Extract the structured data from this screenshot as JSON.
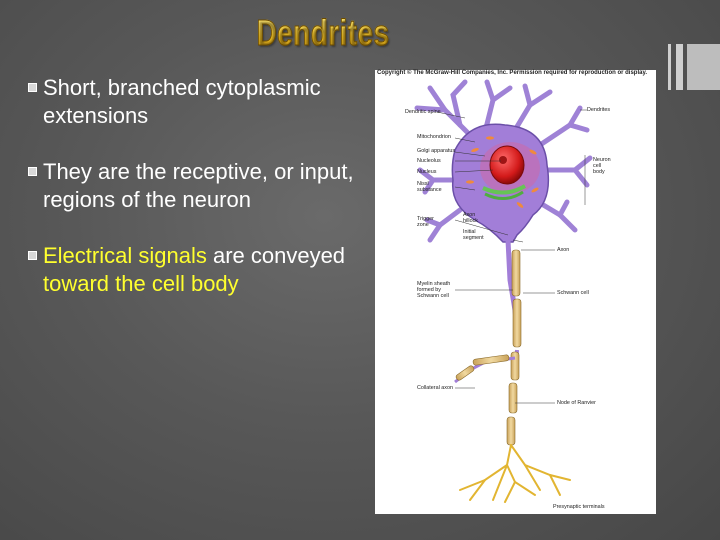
{
  "slide": {
    "title": "Dendrites",
    "bullets": [
      {
        "parts": [
          {
            "text": "Short, branched cytoplasmic extensions",
            "highlight": false
          }
        ]
      },
      {
        "parts": [
          {
            "text": "They are the receptive, or input, regions of the neuron",
            "highlight": false
          }
        ]
      },
      {
        "parts": [
          {
            "text": "Electrical signals",
            "highlight": true
          },
          {
            "text": " are conveyed ",
            "highlight": false
          },
          {
            "text": "toward the cell body",
            "highlight": true
          }
        ]
      }
    ],
    "colors": {
      "title": "#f0c832",
      "highlight": "#ffff2e",
      "text": "#ffffff",
      "background": "#585858"
    }
  },
  "figure": {
    "copyright": "Copyright © The McGraw-Hill Companies, Inc. Permission required for reproduction or display.",
    "labels": {
      "dendrites": "Dendrites",
      "dendritic_spine": "Dendritic spine",
      "mitochondrion": "Mitochondrion",
      "golgi": "Golgi apparatus",
      "nucleolus": "Nucleolus",
      "nucleus": "Nucleus",
      "nissl1": "Nissl",
      "nissl2": "substance",
      "neuron1": "Neuron",
      "neuron2": "cell",
      "neuron3": "body",
      "axon_hillock1": "Axon",
      "axon_hillock2": "hillock",
      "initial1": "Initial",
      "initial2": "segment",
      "trigger1": "Trigger",
      "trigger2": "zone",
      "axon": "Axon",
      "myelin1": "Myelin sheath",
      "myelin2": "formed by",
      "myelin3": "Schwann cell",
      "schwann": "Schwann cell",
      "collateral": "Collateral axon",
      "ranvier": "Node of Ranvier",
      "presynaptic": "Presynaptic terminals"
    }
  }
}
